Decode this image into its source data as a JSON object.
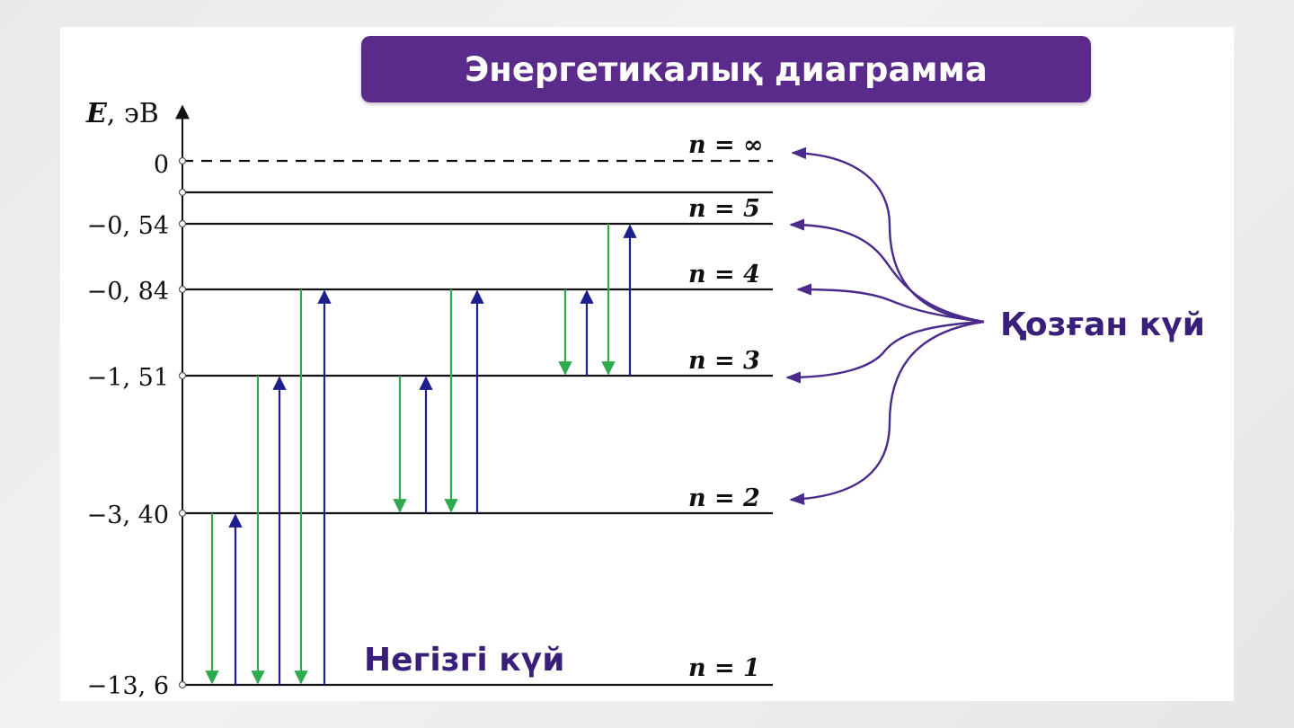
{
  "title": "Энергетикалық диаграмма",
  "axis": {
    "symbol": "E",
    "unit": ", эВ",
    "ticks": [
      "0",
      "−0, 54",
      "−0, 84",
      "−1, 51",
      "−3, 40",
      "−13, 6"
    ]
  },
  "levels": [
    {
      "n": "n = ∞",
      "energy": 0,
      "dashed": true
    },
    {
      "n": "",
      "energy": -0.38,
      "dashed": false
    },
    {
      "n": "n = 5",
      "energy": -0.54,
      "dashed": false
    },
    {
      "n": "n = 4",
      "energy": -0.84,
      "dashed": false
    },
    {
      "n": "n = 3",
      "energy": -1.51,
      "dashed": false
    },
    {
      "n": "n = 2",
      "energy": -3.4,
      "dashed": false
    },
    {
      "n": "n = 1",
      "energy": -13.6,
      "dashed": false
    }
  ],
  "transitions": [
    {
      "from": "n=2",
      "to": "n=1",
      "kind": "emission",
      "color": "#2eaa4e"
    },
    {
      "from": "n=1",
      "to": "n=2",
      "kind": "absorption",
      "color": "#1d1f8c"
    },
    {
      "from": "n=3",
      "to": "n=1",
      "kind": "emission",
      "color": "#2eaa4e"
    },
    {
      "from": "n=1",
      "to": "n=3",
      "kind": "absorption",
      "color": "#1d1f8c"
    },
    {
      "from": "n=4",
      "to": "n=1",
      "kind": "emission",
      "color": "#2eaa4e"
    },
    {
      "from": "n=1",
      "to": "n=4",
      "kind": "absorption",
      "color": "#1d1f8c"
    },
    {
      "from": "n=3",
      "to": "n=2",
      "kind": "emission",
      "color": "#2eaa4e"
    },
    {
      "from": "n=2",
      "to": "n=3",
      "kind": "absorption",
      "color": "#1d1f8c"
    },
    {
      "from": "n=4",
      "to": "n=2",
      "kind": "emission",
      "color": "#2eaa4e"
    },
    {
      "from": "n=2",
      "to": "n=4",
      "kind": "absorption",
      "color": "#1d1f8c"
    },
    {
      "from": "n=4",
      "to": "n=3",
      "kind": "emission",
      "color": "#2eaa4e"
    },
    {
      "from": "n=3",
      "to": "n=4",
      "kind": "absorption",
      "color": "#1d1f8c"
    },
    {
      "from": "n=5",
      "to": "n=3",
      "kind": "emission",
      "color": "#2eaa4e"
    },
    {
      "from": "n=3",
      "to": "n=5",
      "kind": "absorption",
      "color": "#1d1f8c"
    }
  ],
  "labels": {
    "ground_state": "Негізгі күй",
    "excited_state": "Қозған күй"
  },
  "colors": {
    "banner": "#5b2b8c",
    "emission": "#2eaa4e",
    "absorption": "#1d1f8c",
    "pointer": "#4a2a8a",
    "label_text": "#3a1f7a"
  }
}
